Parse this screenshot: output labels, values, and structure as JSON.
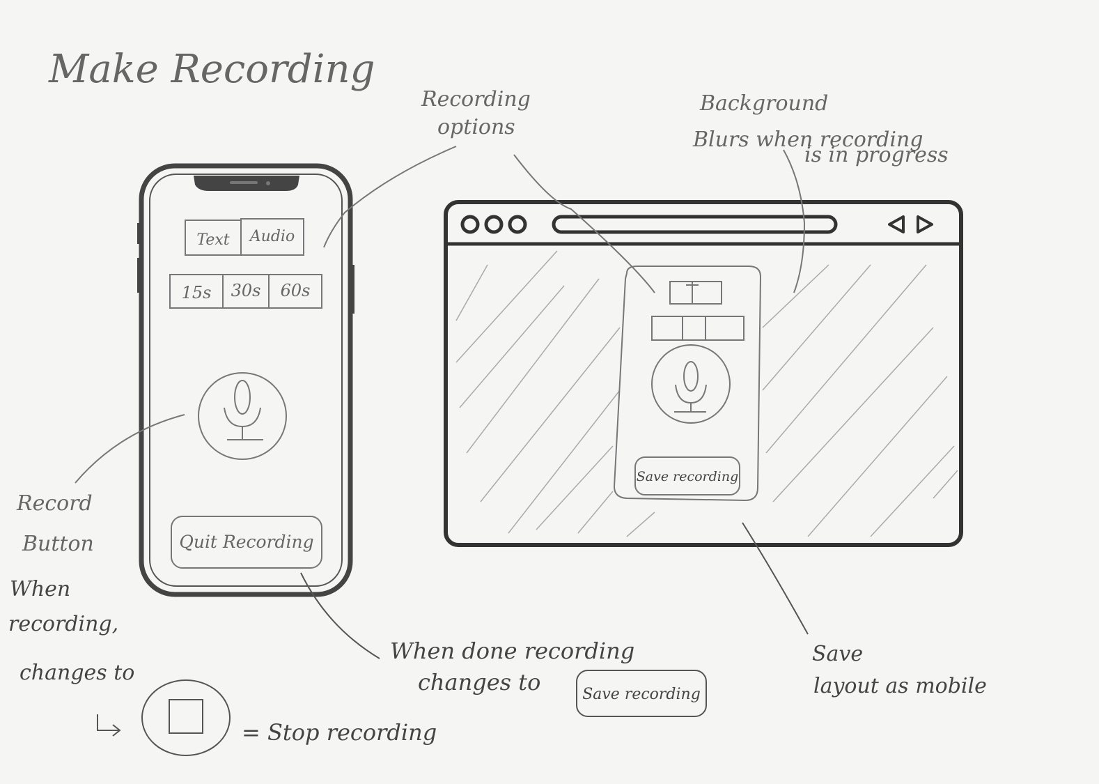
{
  "title": "Make Recording",
  "annotations": {
    "recording_options": [
      "Recording",
      "options"
    ],
    "background_blurs": [
      "Background",
      "Blurs when recording",
      "is in progress"
    ],
    "record_button": [
      "Record",
      "Button"
    ],
    "when_recording": [
      "When",
      "recording,",
      "changes to"
    ],
    "stop_recording": "= Stop recording",
    "when_done": [
      "When done recording",
      "changes to"
    ],
    "save_layout": [
      "Save",
      "layout as mobile"
    ]
  },
  "mobile": {
    "mode_tabs": [
      "Text",
      "Audio"
    ],
    "duration_tabs": [
      "15s",
      "30s",
      "60s"
    ],
    "quit_button": "Quit Recording"
  },
  "desktop": {
    "save_button": "Save recording"
  },
  "save_recording_example": "Save recording"
}
